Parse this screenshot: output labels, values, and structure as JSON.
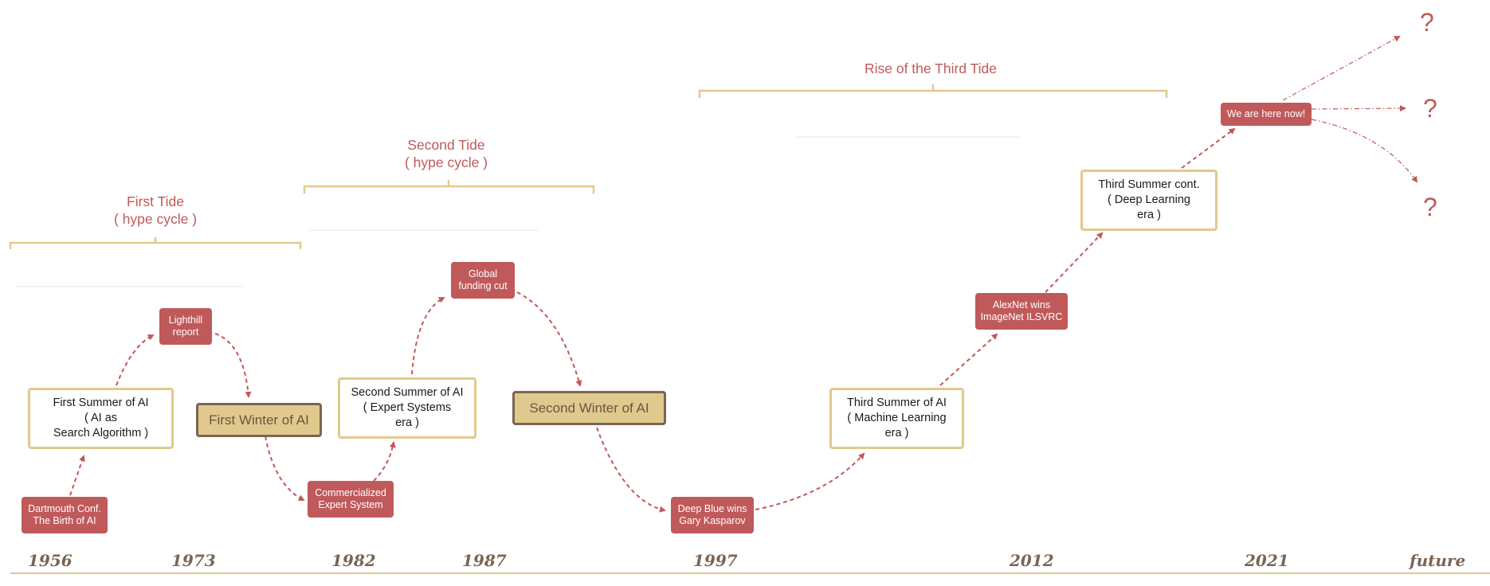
{
  "tides": [
    {
      "id": "first",
      "title": "First Tide\n( hype cycle )"
    },
    {
      "id": "second",
      "title": "Second Tide\n( hype cycle )"
    },
    {
      "id": "third",
      "title": "Rise of the Third Tide"
    }
  ],
  "events": [
    {
      "id": "dartmouth",
      "label": "Dartmouth Conf.\nThe Birth of AI"
    },
    {
      "id": "lighthill",
      "label": "Lighthill\nreport"
    },
    {
      "id": "commercialized",
      "label": "Commercialized\nExpert System"
    },
    {
      "id": "funding_cut",
      "label": "Global\nfunding cut"
    },
    {
      "id": "deep_blue",
      "label": "Deep Blue wins\nGary Kasparov"
    },
    {
      "id": "alexnet",
      "label": "AlexNet wins\nImageNet ILSVRC"
    },
    {
      "id": "here_now",
      "label": "We are here now!"
    }
  ],
  "summers": [
    {
      "id": "first_summer",
      "label": "First Summer of AI\n( AI as\nSearch Algorithm )"
    },
    {
      "id": "second_summer",
      "label": "Second Summer of AI\n( Expert Systems\nera )"
    },
    {
      "id": "third_summer",
      "label": "Third Summer of AI\n( Machine Learning\nera )"
    },
    {
      "id": "third_summer_cont",
      "label": "Third Summer cont.\n( Deep Learning\nera )"
    }
  ],
  "winters": [
    {
      "id": "first_winter",
      "label": "First Winter of AI"
    },
    {
      "id": "second_winter",
      "label": "Second Winter of AI"
    }
  ],
  "years": [
    "1956",
    "1973",
    "1982",
    "1987",
    "1997",
    "2012",
    "2021",
    "future"
  ],
  "future_marks": [
    "?",
    "?",
    "?"
  ],
  "colors": {
    "event_fill": "#c0595a",
    "summer_border": "#e2c98b",
    "winter_fill": "#e0c98d",
    "winter_border": "#7a6553",
    "year_text": "#7a6553",
    "arrow": "#c0595a",
    "bracket": "#e2c98b"
  }
}
